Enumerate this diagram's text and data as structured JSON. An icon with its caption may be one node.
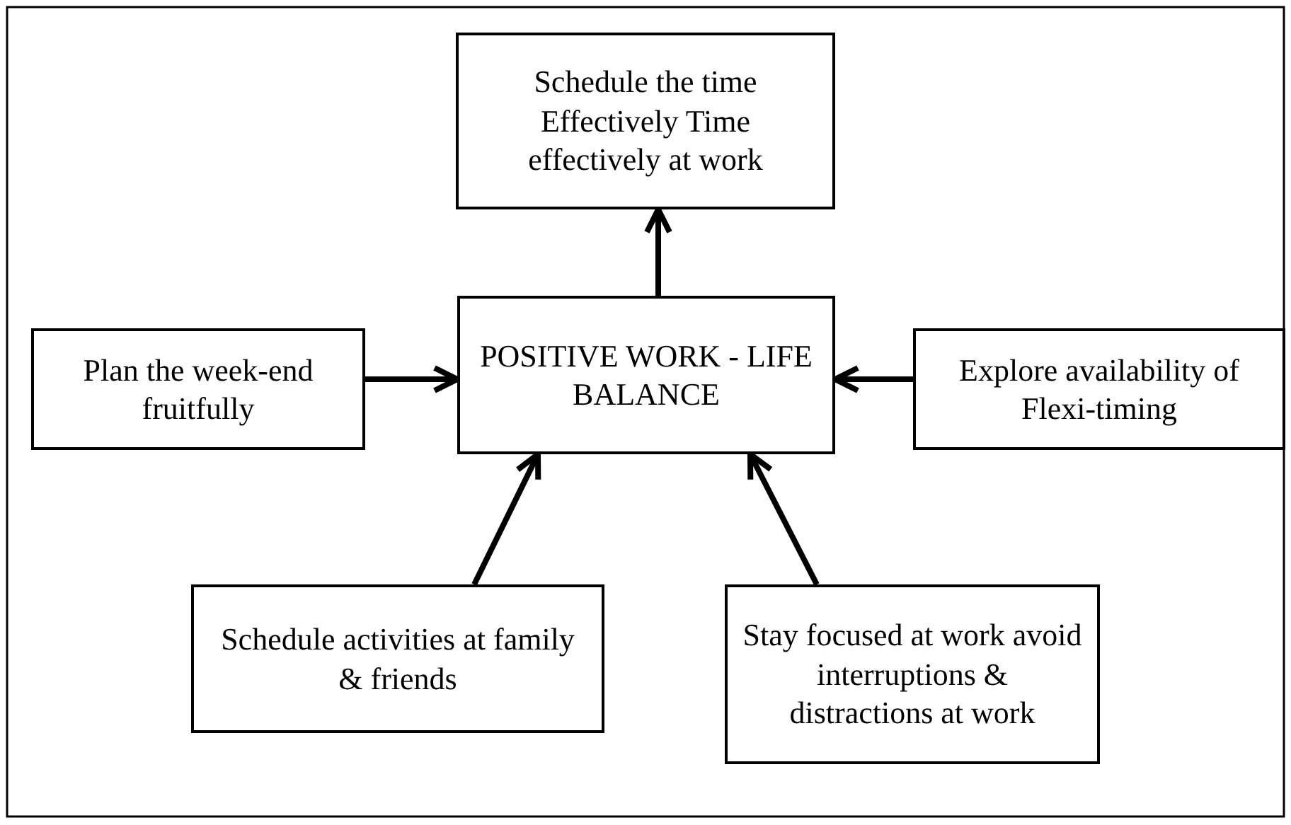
{
  "diagram": {
    "nodes": [
      {
        "text": [
          "POSITIVE WORK - LIFE BALANCE"
        ]
      },
      {
        "text": [
          "Schedule the time Effectively Time effectively at work"
        ]
      },
      {
        "text": [
          "Plan the week-end fruitfully"
        ]
      },
      {
        "text": [
          "Explore availability of Flexi-timing"
        ]
      },
      {
        "text": [
          "Schedule activities at family & friends"
        ]
      },
      {
        "text": [
          "Stay focused at work avoid interruptions & distractions at work"
        ]
      }
    ],
    "edges": [
      {
        "from": 0,
        "to": 1,
        "arrow": "to"
      },
      {
        "from": 2,
        "to": 0,
        "arrow": "to"
      },
      {
        "from": 3,
        "to": 0,
        "arrow": "to"
      },
      {
        "from": 4,
        "to": 0,
        "arrow": "to"
      },
      {
        "from": 5,
        "to": 0,
        "arrow": "to"
      }
    ]
  }
}
